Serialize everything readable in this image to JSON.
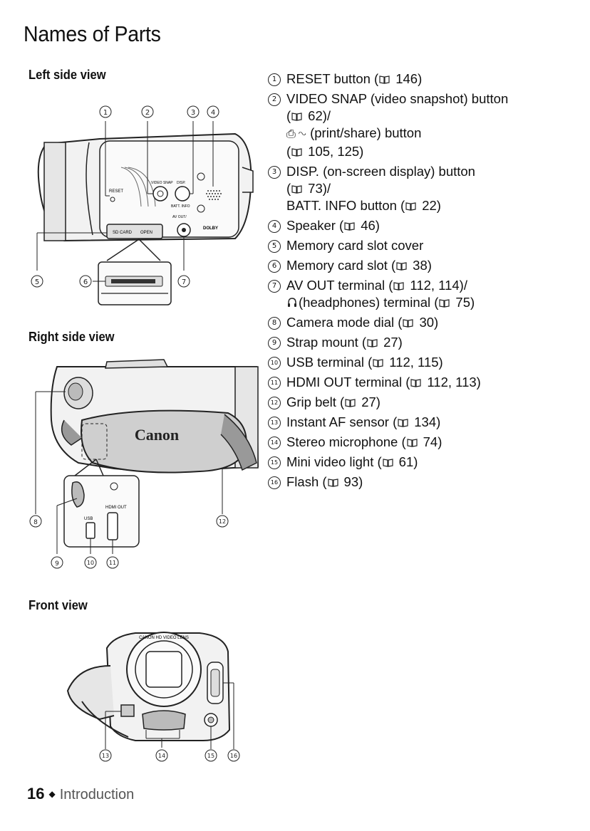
{
  "page": {
    "title": "Names of Parts",
    "footer": {
      "page_number": "16",
      "separator": "◆",
      "section": "Introduction"
    }
  },
  "figures": {
    "left_side": {
      "heading": "Left side view",
      "labels": {
        "reset": "RESET",
        "video_snap": "VIDEO SNAP",
        "disp": "DISP.",
        "batt_info": "BATT. INFO",
        "sd_card": "SD CARD",
        "open": "OPEN",
        "av_out": "AV OUT/",
        "dolby": "DOLBY"
      },
      "callouts": [
        "1",
        "2",
        "3",
        "4",
        "5",
        "6",
        "7"
      ]
    },
    "right_side": {
      "heading": "Right side view",
      "labels": {
        "brand": "Canon",
        "usb": "USB",
        "hdmi_out": "HDMI OUT"
      },
      "callouts": [
        "8",
        "9",
        "10",
        "11",
        "12"
      ]
    },
    "front": {
      "heading": "Front view",
      "labels": {
        "lens_text": "CANON HD VIDEO LENS"
      },
      "callouts": [
        "13",
        "14",
        "15",
        "16"
      ]
    }
  },
  "parts": [
    {
      "num": "1",
      "lines": [
        {
          "text": "RESET button (",
          "ref": "146)"
        }
      ]
    },
    {
      "num": "2",
      "lines": [
        {
          "text": "VIDEO SNAP (video snapshot) button"
        },
        {
          "text": "(",
          "ref": "62)/"
        },
        {
          "icon": "print-share-icon",
          "text": "(print/share) button"
        },
        {
          "text": "(",
          "ref": "105, 125)"
        }
      ]
    },
    {
      "num": "3",
      "lines": [
        {
          "text": "DISP. (on-screen display) button"
        },
        {
          "text": "(",
          "ref": "73)/"
        },
        {
          "text": "BATT. INFO button (",
          "ref": "22)"
        }
      ]
    },
    {
      "num": "4",
      "lines": [
        {
          "text": "Speaker (",
          "ref": "46)"
        }
      ]
    },
    {
      "num": "5",
      "lines": [
        {
          "text": "Memory card slot cover"
        }
      ]
    },
    {
      "num": "6",
      "lines": [
        {
          "text": "Memory card slot (",
          "ref": "38)"
        }
      ]
    },
    {
      "num": "7",
      "lines": [
        {
          "text": "AV OUT terminal (",
          "ref": "112, 114)/"
        },
        {
          "icon": "headphones-icon",
          "text": "(headphones) terminal (",
          "ref": "75)"
        }
      ]
    },
    {
      "num": "8",
      "lines": [
        {
          "text": "Camera mode dial (",
          "ref": "30)"
        }
      ]
    },
    {
      "num": "9",
      "lines": [
        {
          "text": "Strap mount (",
          "ref": "27)"
        }
      ]
    },
    {
      "num": "10",
      "lines": [
        {
          "text": "USB terminal (",
          "ref": "112, 115)"
        }
      ]
    },
    {
      "num": "11",
      "lines": [
        {
          "text": "HDMI OUT terminal (",
          "ref": "112, 113)"
        }
      ]
    },
    {
      "num": "12",
      "lines": [
        {
          "text": "Grip belt (",
          "ref": "27)"
        }
      ]
    },
    {
      "num": "13",
      "lines": [
        {
          "text": "Instant AF sensor (",
          "ref": "134)"
        }
      ]
    },
    {
      "num": "14",
      "lines": [
        {
          "text": "Stereo microphone (",
          "ref": "74)"
        }
      ]
    },
    {
      "num": "15",
      "lines": [
        {
          "text": "Mini video light (",
          "ref": "61)"
        }
      ]
    },
    {
      "num": "16",
      "lines": [
        {
          "text": "Flash (",
          "ref": "93)"
        }
      ]
    }
  ]
}
